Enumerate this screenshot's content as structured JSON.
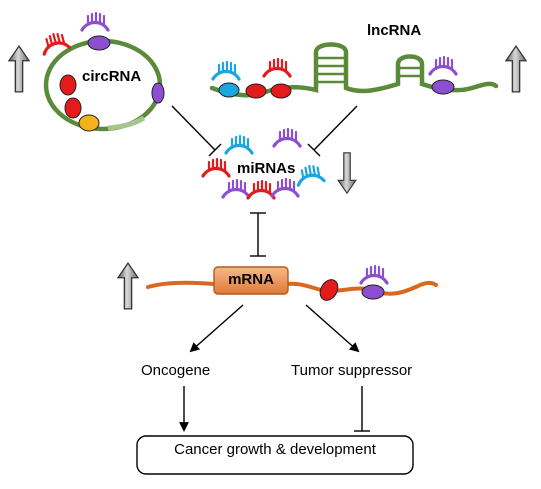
{
  "labels": {
    "circrna": "circRNA",
    "lncrna": "lncRNA",
    "mirnas": "miRNAs",
    "mrna": "mRNA",
    "oncogene": "Oncogene",
    "tumor_suppressor": "Tumor suppressor",
    "cancer": "Cancer growth & development"
  },
  "colors": {
    "red": "#e41b1b",
    "purple": "#8c4fd0",
    "cyan": "#1aa6e0",
    "green": "#5a8a3a",
    "orange": "#d9691f",
    "gray_arrow": "#8c8c8c"
  },
  "icons": [
    "up-arrow-icon",
    "down-arrow-icon",
    "mirna-icon",
    "inhibition-icon"
  ]
}
